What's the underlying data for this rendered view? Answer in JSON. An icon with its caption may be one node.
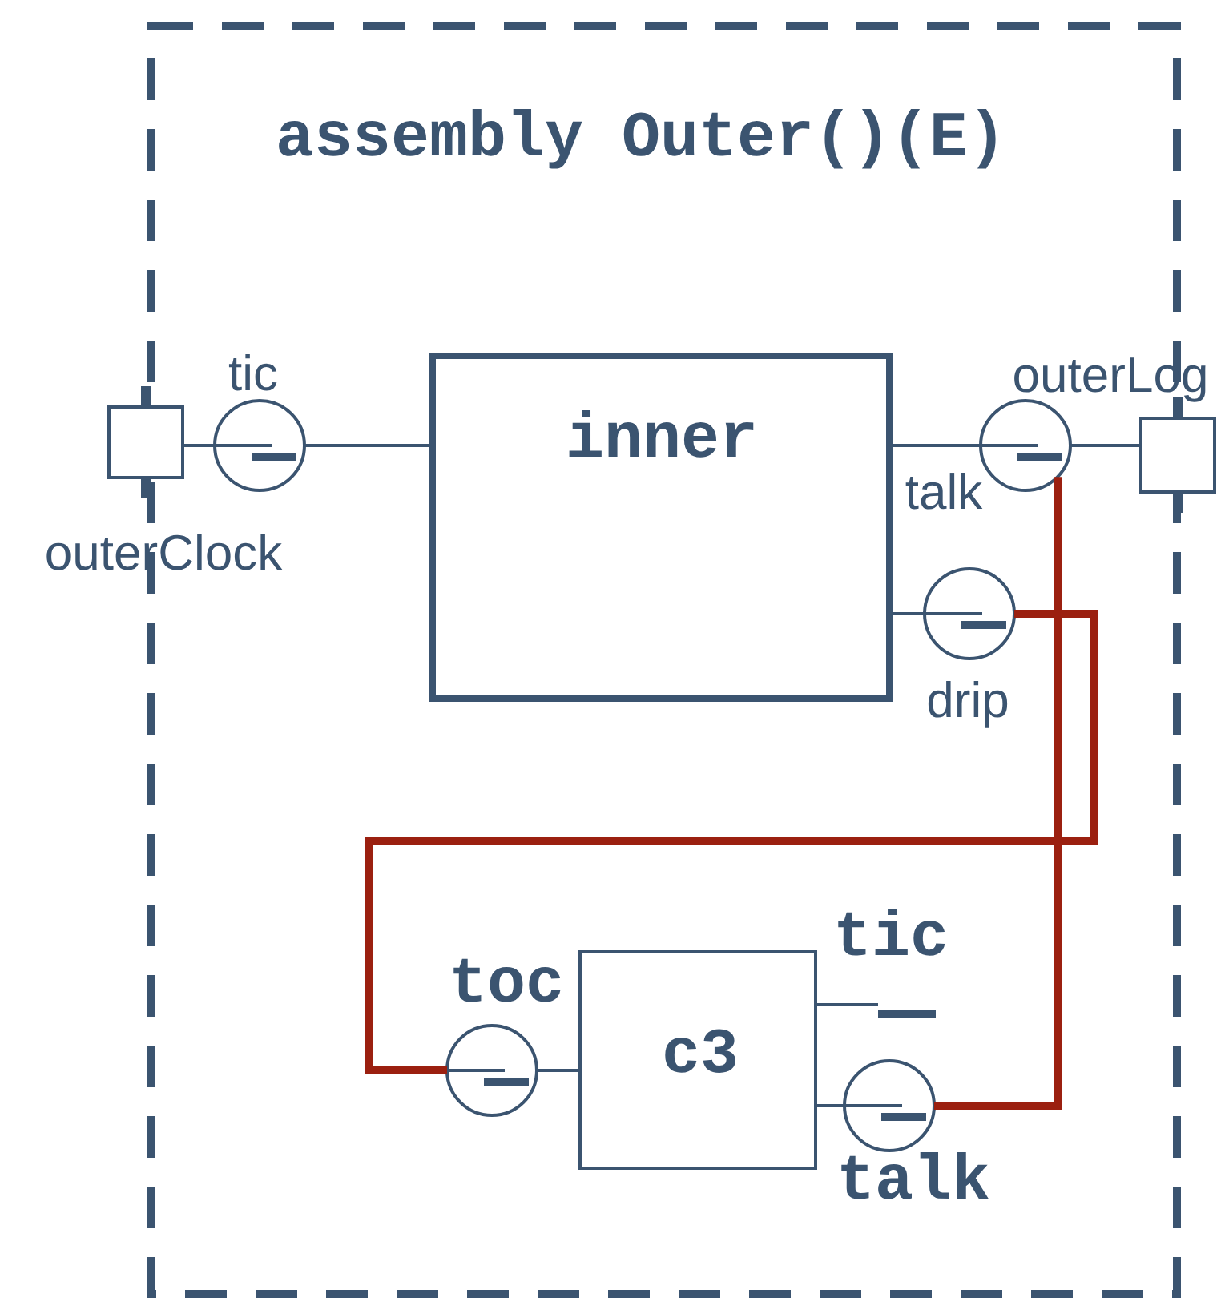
{
  "diagram": {
    "nodes": [
      {
        "text": [
          "assembly Outer()(E)"
        ]
      },
      {
        "text": [],
        "shape": "box",
        "beside": [
          "outerClock"
        ]
      },
      {
        "text": [],
        "shape": "circle",
        "beside": [
          "tic"
        ],
        "in": 0
      },
      {
        "text": [
          "inner"
        ],
        "in": 0
      },
      {
        "text": [],
        "shape": "circle",
        "beside": [
          "talk"
        ],
        "in": 0
      },
      {
        "text": [],
        "shape": "circle",
        "beside": [
          "drip"
        ],
        "in": 0
      },
      {
        "text": [],
        "shape": "box",
        "beside": [
          "outerLog"
        ]
      },
      {
        "text": [
          "c3"
        ],
        "in": 0
      },
      {
        "text": [],
        "shape": "circle",
        "beside": [
          "toc"
        ],
        "in": 0
      },
      {
        "text": [],
        "shape": "bar",
        "beside": [
          "tic"
        ],
        "in": 0
      },
      {
        "text": [],
        "shape": "circle",
        "beside": [
          "talk"
        ],
        "in": 0
      }
    ],
    "edges": [
      {
        "from": 1,
        "to": 2,
        "arrow": "none"
      },
      {
        "from": 2,
        "to": 3,
        "arrow": "none"
      },
      {
        "from": 3,
        "to": 4,
        "arrow": "none"
      },
      {
        "from": 4,
        "to": 6,
        "arrow": "none"
      },
      {
        "from": 3,
        "to": 5,
        "arrow": "none"
      },
      {
        "from": 7,
        "to": 8,
        "arrow": "none"
      },
      {
        "from": 7,
        "to": 9,
        "arrow": "none"
      },
      {
        "from": 7,
        "to": 10,
        "arrow": "none"
      },
      {
        "from": 5,
        "to": 8,
        "arrow": "none",
        "style": "thick",
        "color": "#9b2010"
      },
      {
        "from": 4,
        "to": 10,
        "arrow": "none",
        "style": "thick",
        "color": "#9b2010"
      }
    ]
  }
}
